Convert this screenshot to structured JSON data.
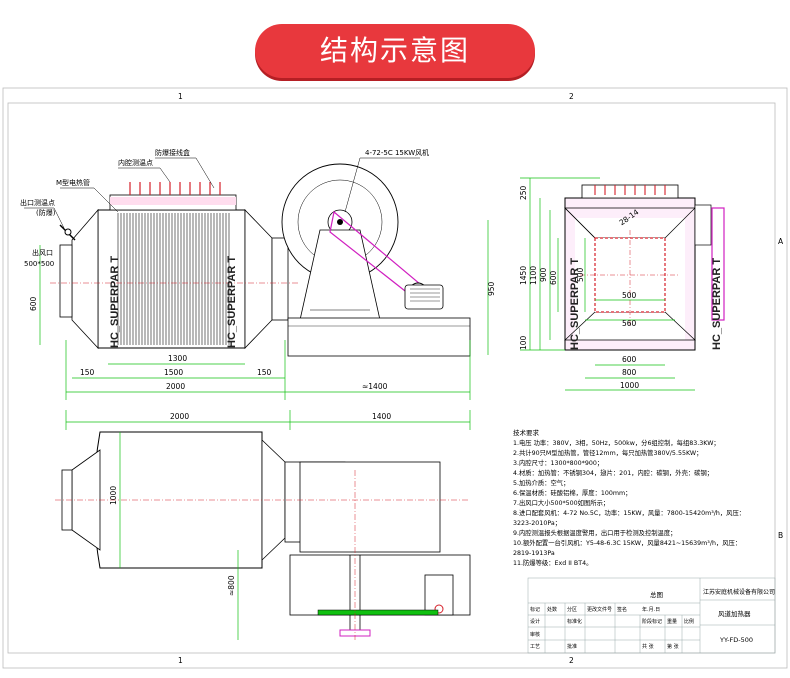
{
  "title": "结构示意图",
  "frame": {
    "col1": "1",
    "col2": "2",
    "rowA": "A",
    "rowB": "B"
  },
  "front_view": {
    "labels": {
      "junction_box": "防爆接线盒",
      "inner_temp": "内腔测温点",
      "m_heater": "M型电热管",
      "outlet_temp": "出口测温点",
      "outlet_temp2": "(防爆)",
      "outlet": "出风口",
      "outlet_size": "500*500",
      "fan": "4-72-5C 15KW风机",
      "watermark": "HC_SUPERPAR T"
    },
    "dims": {
      "d600": "600",
      "d1300": "1300",
      "d1500": "1500",
      "d150a": "150",
      "d150b": "150",
      "d2000": "2000",
      "d1400": "≈1400",
      "d950": "950"
    }
  },
  "side_view": {
    "dims": {
      "d250": "250",
      "d1450": "1450",
      "d1100": "1100",
      "d900": "900",
      "d600": "600",
      "d100": "100",
      "d500v": "500",
      "d500h": "500",
      "d560": "560",
      "d600b": "600",
      "d800": "800",
      "d1000": "1000",
      "d28": "28-14"
    },
    "watermark": "HC_SUPERPAR T"
  },
  "top_view": {
    "dims": {
      "d2000": "2000",
      "d1400": "1400",
      "d1000": "1000",
      "d800": "≈800"
    }
  },
  "tech": {
    "heading": "技术要求",
    "lines": [
      "1.电压 功率：380V，3相，50Hz，500kw，分6组控制，每组83.3KW；",
      "2.共计90只M型加热管，管径12mm，每只加热管380V/5.55KW；",
      "3.内腔尺寸：1300*800*900；",
      "4.材质：加热管：不锈钢304，翅片：201，内腔：碳钢，外壳：碳钢；",
      "5.加热介质：空气；",
      "6.保温材质：硅酸铝棉，厚度：100mm；",
      "7.出风口大小500*500如图所示；",
      "8.进口配套风机：4-72 No.5C，功率：15KW，风量：7800-15420m³/h，风压：",
      "3223-2010Pa；",
      "9.内腔测温报头根据温度警用，出口用于检测及控制温度；",
      "10.额外配置一台引风机：Y5-48-6.3C 15KW，风量8421~15639m³/h，风压：",
      "2819-1913Pa",
      "11.防爆等级：Exd II BT4。"
    ]
  },
  "title_block": {
    "company": "江苏安庭机械设备有限公司",
    "product": "风道加热器",
    "model": "YY-FD-500",
    "drawing": "总图",
    "cells": [
      "标记",
      "处数",
      "分区",
      "更改文件号",
      "签名",
      "年.月.日",
      "设计",
      "标准化",
      "阶段标记",
      "重量",
      "比例",
      "审核",
      "工艺",
      "批准",
      "共 张",
      "第 张"
    ]
  },
  "colors": {
    "banner": "#e8383d",
    "red": "#d6202a",
    "green": "#10c010",
    "magenta": "#d020c0"
  }
}
